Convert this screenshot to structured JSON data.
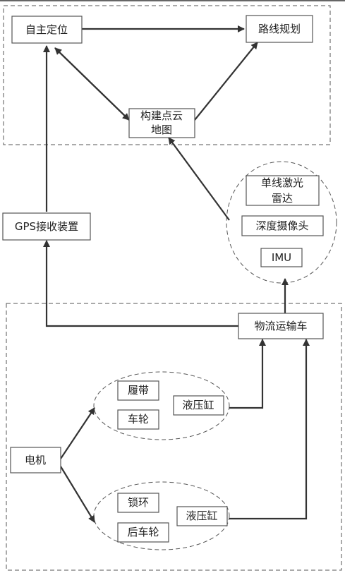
{
  "nodes": {
    "auto_locate": "自主定位",
    "route_plan": "路线规划",
    "build_map_line1": "构建点云",
    "build_map_line2": "地图",
    "lidar_line1": "单线激光",
    "lidar_line2": "雷达",
    "depth_camera": "深度摄像头",
    "imu": "IMU",
    "gps": "GPS接收装置",
    "vehicle": "物流运输车",
    "track": "履带",
    "wheel": "车轮",
    "cylinder_upper": "液压缸",
    "motor": "电机",
    "lock_ring": "锁环",
    "rear_wheel": "后车轮",
    "cylinder_lower": "液压缸"
  }
}
